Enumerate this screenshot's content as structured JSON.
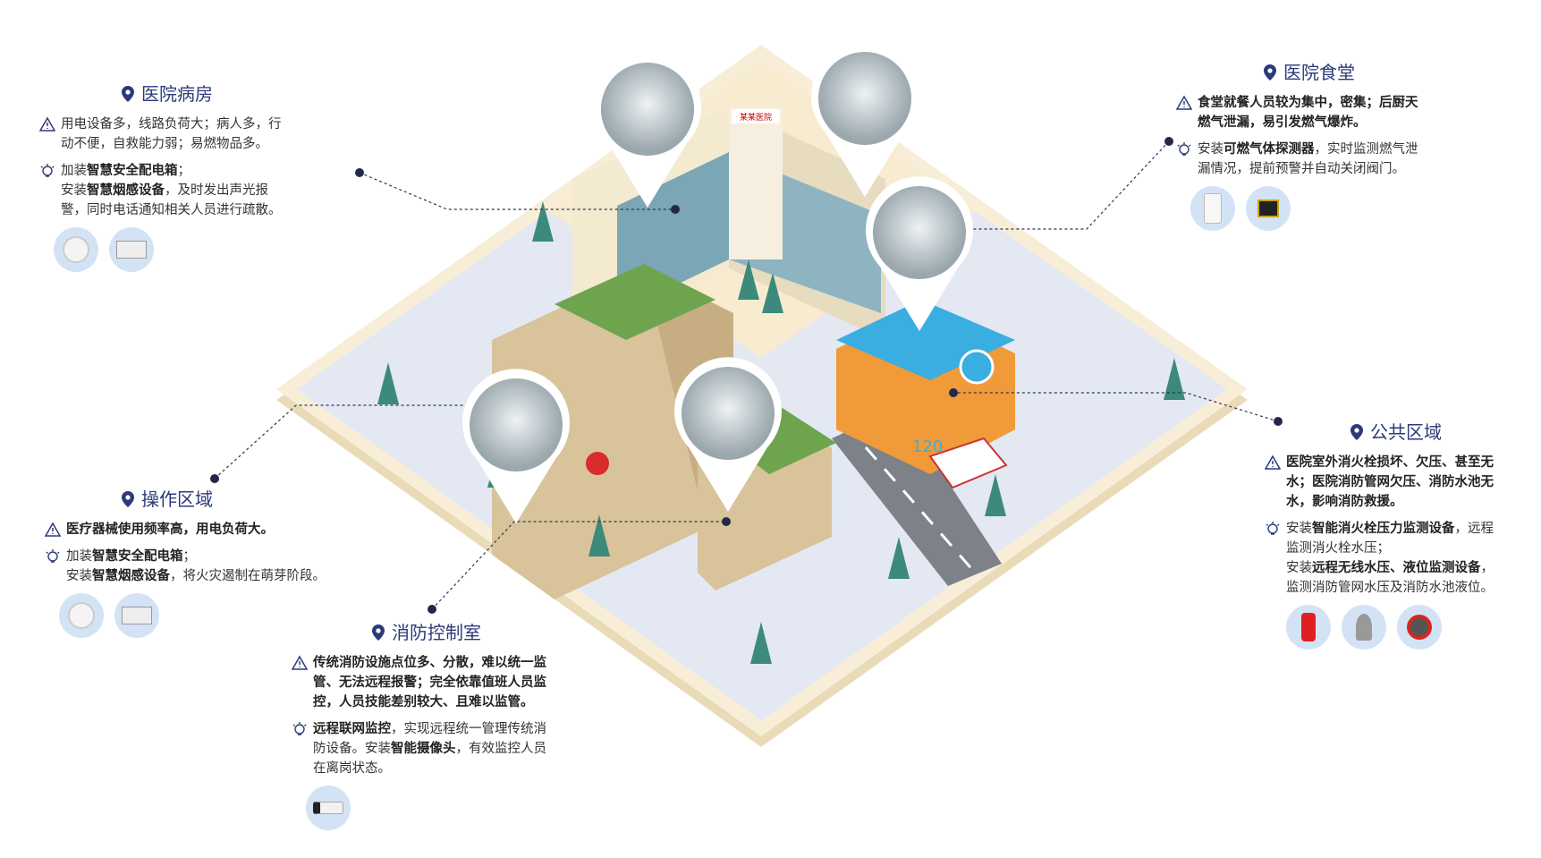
{
  "colors": {
    "accent": "#2d3a7a",
    "device_bg": "#d3e3f5",
    "ground": "#e4e9f4",
    "base": "#f3e6c8"
  },
  "hospital_sign": "某某医院",
  "ambulance_sign": "120",
  "sections": {
    "ward": {
      "title": "医院病房",
      "risk": "用电设备多，线路负荷大；病人多，行\n动不便，自救能力弱；易燃物品多。",
      "solution_a": "加装",
      "solution_b": "智慧安全配电箱",
      "solution_c": "；\n安装",
      "solution_d": "智慧烟感设备",
      "solution_e": "，及时发出声光报\n警，同时电话通知相关人员进行疏散。",
      "devices": [
        "smoke-detector",
        "distribution-box"
      ]
    },
    "canteen": {
      "title": "医院食堂",
      "risk": "食堂就餐人员较为集中，密集；后厨天\n燃气泄漏，易引发燃气爆炸。",
      "solution_a": "安装",
      "solution_b": "可燃气体探测器",
      "solution_c": "，实时监测燃气泄\n漏情况，提前预警并自动关闭阀门。",
      "devices": [
        "gas-detector",
        "gas-valve-controller"
      ]
    },
    "public": {
      "title": "公共区域",
      "risk": "医院室外消火栓损坏、欠压、甚至无\n水；医院消防管网欠压、消防水池无\n水，影响消防救援。",
      "solution_a": "安装",
      "solution_b": "智能消火栓压力监测设备",
      "solution_c": "，远程\n监测消火栓水压；\n安装",
      "solution_d": "远程无线水压、液位监测设备",
      "solution_e": "，\n监测消防管网水压及消防水池液位。",
      "devices": [
        "fire-hydrant",
        "pressure-sensor",
        "level-sensor"
      ]
    },
    "operation": {
      "title": "操作区域",
      "risk": "医疗器械使用频率高，用电负荷大。",
      "solution_a": "加装",
      "solution_b": "智慧安全配电箱",
      "solution_c": "；\n安装",
      "solution_d": "智慧烟感设备",
      "solution_e": "，将火灾遏制在萌芽阶段。",
      "devices": [
        "smoke-detector",
        "distribution-box"
      ]
    },
    "control": {
      "title": "消防控制室",
      "risk": "传统消防设施点位多、分散，难以统一监\n管、无法远程报警；完全依靠值班人员监\n控，人员技能差别较大、且难以监管。",
      "solution_a": "",
      "solution_b": "远程联网监控",
      "solution_c": "，实现远程统一管理传统消\n防设备。安装",
      "solution_d": "智能摄像头",
      "solution_e": "，有效监控人员\n在离岗状态。",
      "devices": [
        "camera"
      ]
    }
  }
}
